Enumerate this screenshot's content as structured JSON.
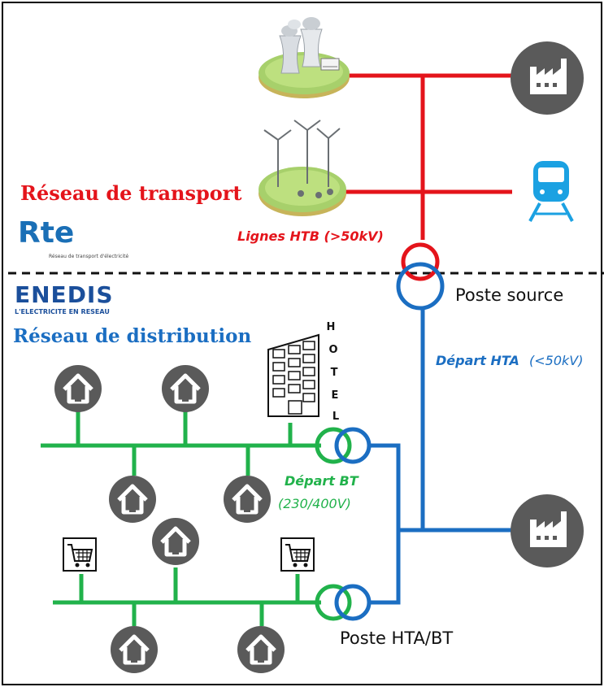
{
  "transport": {
    "title": "Réseau de transport",
    "logo_text": "Rte",
    "logo_caption": "Réseau de transport d'électricité",
    "line_label": "Lignes HTB (>50kV)"
  },
  "distribution": {
    "logo_text": "ENEDIS",
    "logo_caption": "L'ELECTRICITE EN RESEAU",
    "title": "Réseau de distribution",
    "hta_label_bold": "Départ HTA",
    "hta_label_rest": "(<50kV)",
    "bt_label_bold": "Départ BT",
    "bt_label_rest": "(230/400V)"
  },
  "substations": {
    "source": "Poste source",
    "hta_bt": "Poste HTA/BT"
  },
  "hotel_letters": [
    "H",
    "O",
    "T",
    "E",
    "L"
  ],
  "colors": {
    "transport_red": "#e4141b",
    "distribution_blue": "#1b6ec2",
    "bt_green": "#21b24b",
    "icon_gray": "#5a5a5a",
    "train_blue": "#1ba1e2",
    "enedis_blue": "#1b4f9b"
  },
  "icons": [
    "nuclear-plant-icon",
    "wind-farm-icon",
    "factory-icon",
    "train-icon",
    "hotel-icon",
    "house-icon",
    "shopping-cart-icon"
  ]
}
